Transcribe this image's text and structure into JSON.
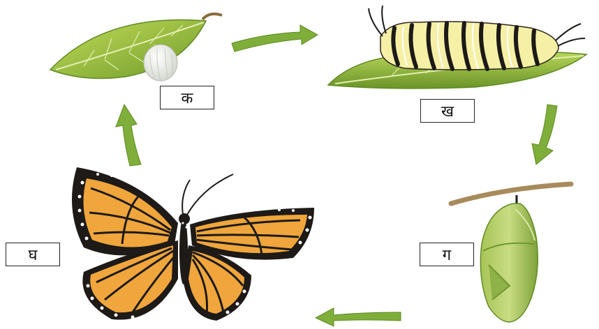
{
  "labels": {
    "egg": "क",
    "caterpillar": "ख",
    "pupa": "ग",
    "butterfly": "घ"
  },
  "colors": {
    "leaf": "#9cc23e",
    "leaf_dark": "#5f8a23",
    "arrow": "#7fae3a",
    "wing_orange": "#f0a63c",
    "wing_black": "#1d1a17"
  }
}
